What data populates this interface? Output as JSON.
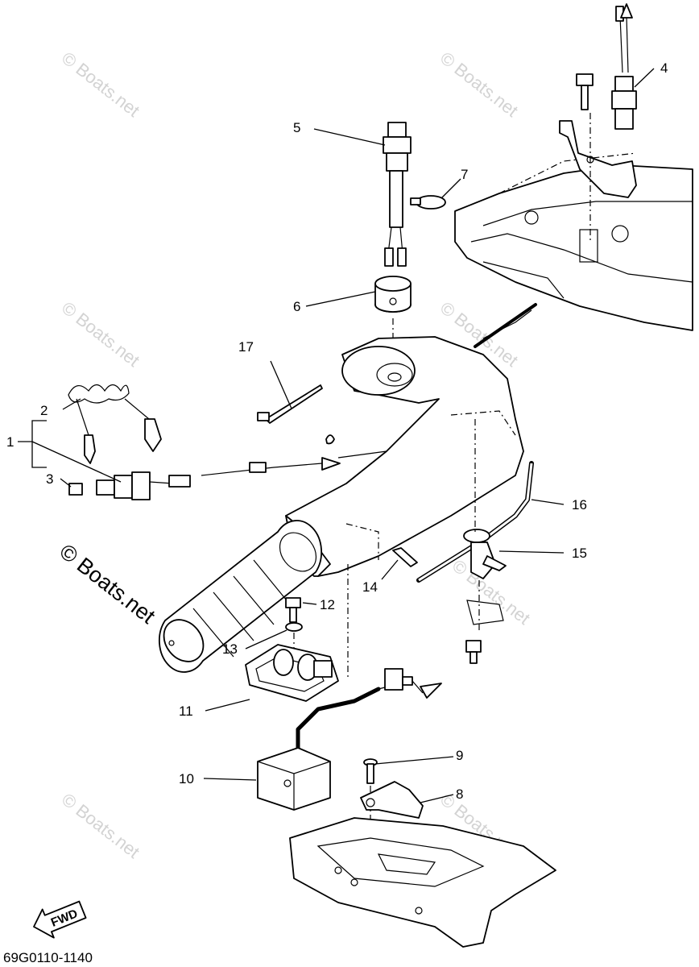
{
  "diagram": {
    "part_code": "69G0110-1140",
    "watermark_main": "© Boats.net",
    "watermark_faint": "© Boats.net",
    "direction_label": "FWD",
    "callouts": [
      "1",
      "2",
      "3",
      "4",
      "5",
      "6",
      "7",
      "8",
      "9",
      "10",
      "11",
      "12",
      "13",
      "14",
      "15",
      "16",
      "17"
    ]
  }
}
